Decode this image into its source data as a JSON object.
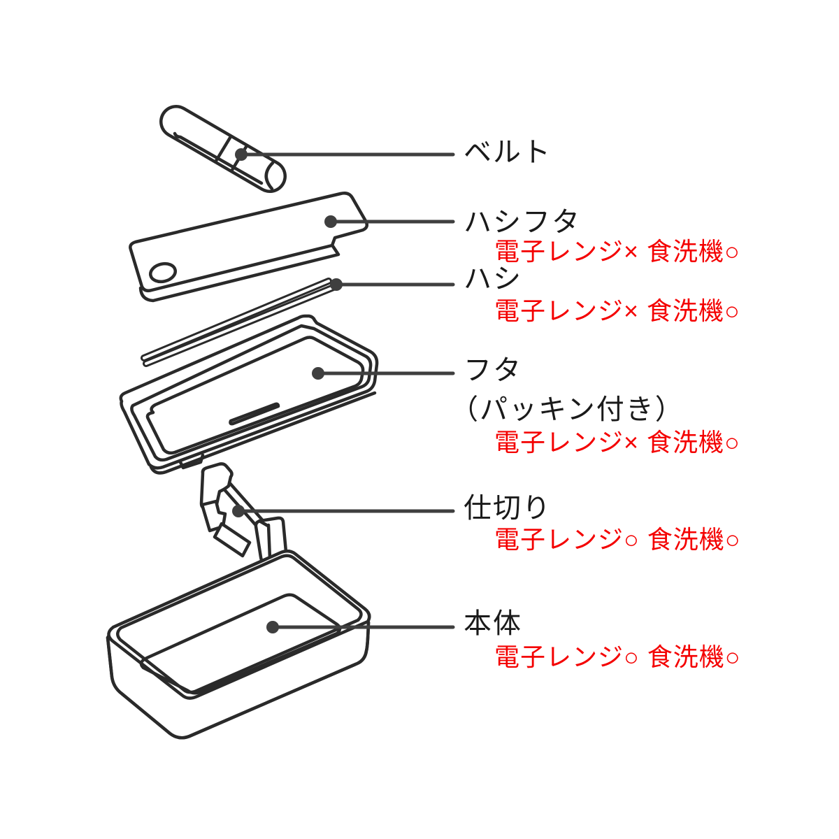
{
  "diagram": {
    "type": "exploded-parts-diagram",
    "subject": "bento lunch box components",
    "colors": {
      "background": "#ffffff",
      "outline": "#2a2a2a",
      "leader_line": "#3f3f3f",
      "label_text": "#1a1a1a",
      "annotation_red": "#f40000"
    }
  },
  "parts": [
    {
      "id": "belt",
      "label": "ベルト"
    },
    {
      "id": "hashifuta",
      "label": "ハシフタ",
      "note": "電子レンジ× 食洗機○"
    },
    {
      "id": "hashi",
      "label": "ハシ",
      "note": "電子レンジ× 食洗機○"
    },
    {
      "id": "futa",
      "label": "フタ",
      "label_sub": "（パッキン付き）",
      "note": "電子レンジ× 食洗機○"
    },
    {
      "id": "shikiri",
      "label": "仕切り",
      "note": "電子レンジ○ 食洗機○"
    },
    {
      "id": "hontai",
      "label": "本体",
      "note": "電子レンジ○ 食洗機○"
    }
  ]
}
